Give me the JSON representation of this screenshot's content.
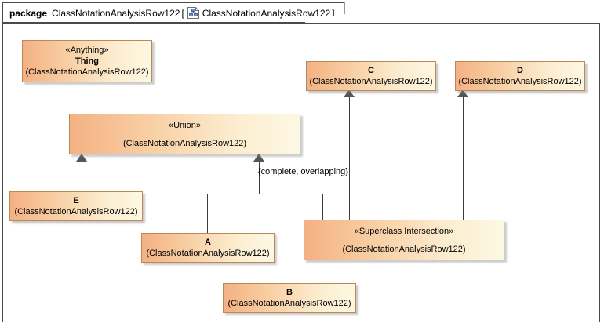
{
  "package": {
    "keyword": "package",
    "name": "ClassNotationAnalysisRow122",
    "bracket_open": "[",
    "bracket_close": "]",
    "diagram_icon": "class-diagram-icon",
    "diagram_name": "ClassNotationAnalysisRow122"
  },
  "qualifier": "(ClassNotationAnalysisRow122)",
  "classes": [
    {
      "id": "thing",
      "stereotype": "«Anything»",
      "name": "Thing",
      "qualified": "(ClassNotationAnalysisRow122)"
    },
    {
      "id": "union",
      "stereotype": "«Union»",
      "name": "",
      "qualified": "(ClassNotationAnalysisRow122)"
    },
    {
      "id": "c",
      "stereotype": "",
      "name": "C",
      "qualified": "(ClassNotationAnalysisRow122)"
    },
    {
      "id": "d",
      "stereotype": "",
      "name": "D",
      "qualified": "(ClassNotationAnalysisRow122)"
    },
    {
      "id": "e",
      "stereotype": "",
      "name": "E",
      "qualified": "(ClassNotationAnalysisRow122)"
    },
    {
      "id": "a",
      "stereotype": "",
      "name": "A",
      "qualified": "(ClassNotationAnalysisRow122)"
    },
    {
      "id": "b",
      "stereotype": "",
      "name": "B",
      "qualified": "(ClassNotationAnalysisRow122)"
    },
    {
      "id": "superclass_intersection",
      "stereotype": "«Superclass Intersection»",
      "name": "",
      "qualified": "(ClassNotationAnalysisRow122)"
    }
  ],
  "edges": {
    "generalization_set_constraint": "{complete, overlapping}"
  },
  "colors": {
    "fill_left": "#f4b183",
    "fill_right": "#fdf8e3",
    "border": "#b98a56",
    "line": "#3c3c3c",
    "frame": "#4a4a4a",
    "background": "#ffffff"
  }
}
